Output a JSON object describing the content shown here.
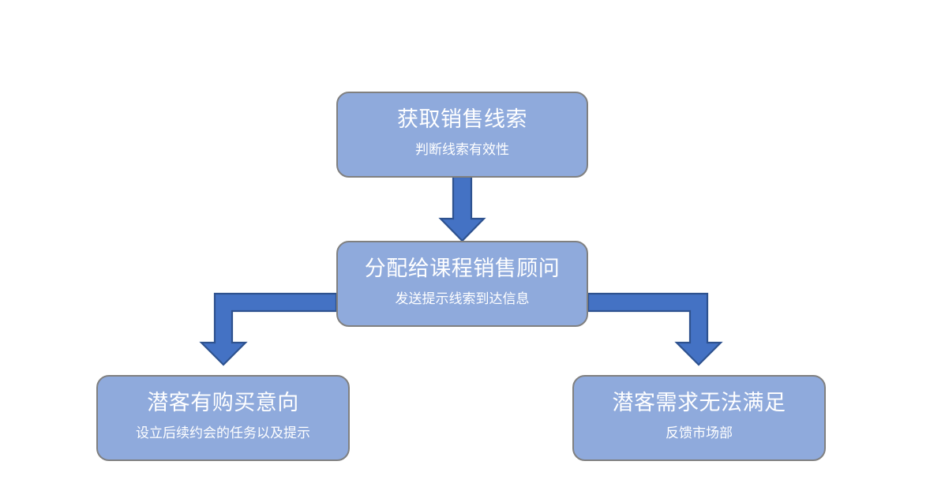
{
  "diagram": {
    "type": "flowchart",
    "orientation": "top-down-with-branches",
    "palette": {
      "node_fill": "#8FAADC",
      "node_border": "#808080",
      "node_text": "#FFFFFF",
      "arrow_fill": "#4472C4",
      "arrow_outline": "#2E528F",
      "background": "#FFFFFF"
    },
    "nodes": [
      {
        "id": "acquire-lead",
        "title": "获取销售线索",
        "subtitle": "判断线索有效性"
      },
      {
        "id": "assign-advisor",
        "title": "分配给课程销售顾问",
        "subtitle": "发送提示线索到达信息"
      },
      {
        "id": "has-intent",
        "title": "潜客有购买意向",
        "subtitle": "设立后续约会的任务以及提示"
      },
      {
        "id": "unmet-need",
        "title": "潜客需求无法满足",
        "subtitle": "反馈市场部"
      }
    ],
    "connectors": [
      {
        "id": "acquire-to-assign",
        "from": "acquire-lead",
        "to": "assign-advisor",
        "shape": "straight-down",
        "label": ""
      },
      {
        "id": "assign-to-has-intent",
        "from": "assign-advisor",
        "to": "has-intent",
        "shape": "elbow-left-down",
        "label": ""
      },
      {
        "id": "assign-to-unmet-need",
        "from": "assign-advisor",
        "to": "unmet-need",
        "shape": "elbow-right-down",
        "label": ""
      }
    ]
  }
}
